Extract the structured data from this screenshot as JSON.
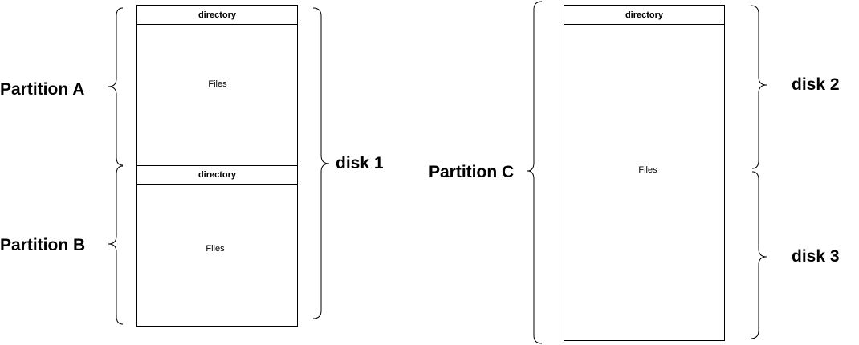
{
  "partition_a": {
    "label": "Partition A",
    "header": "directory",
    "body": "Files"
  },
  "partition_b": {
    "label": "Partition B",
    "header": "directory",
    "body": "Files"
  },
  "partition_c": {
    "label": "Partition C",
    "header": "directory",
    "body": "Files"
  },
  "disks": [
    "disk 1",
    "disk 2",
    "disk 3"
  ],
  "colors": {
    "stroke": "#000000",
    "background": "#ffffff"
  }
}
